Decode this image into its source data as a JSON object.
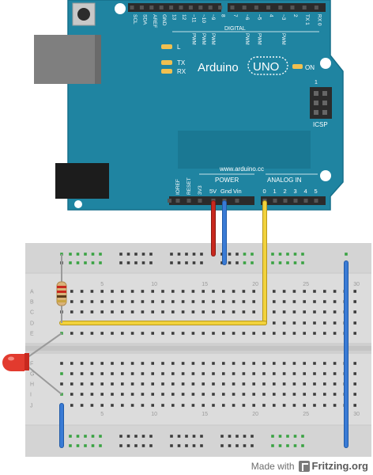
{
  "arduino": {
    "brand": "Arduino",
    "model": "UNO",
    "url": "www.arduino.cc",
    "on_label": "ON",
    "icsp_label": "ICSP",
    "icsp_pin1": "1",
    "digital_title": "DIGITAL",
    "top_pins": [
      "SCL",
      "SDA",
      "AREF",
      "GND",
      "13",
      "12",
      "~11",
      "~10",
      "~9",
      "8",
      "7",
      "~6",
      "~5",
      "4",
      "~3",
      "2",
      "TX 1",
      "RX 0"
    ],
    "pwm_label": "PWM",
    "led_l": "L",
    "led_tx": "TX",
    "led_rx": "RX",
    "power_title": "POWER",
    "analog_title": "ANALOG IN",
    "power_pins": [
      "IOREF",
      "RESET",
      "3V3",
      "5V",
      "Gnd",
      "Vin"
    ],
    "analog_pins": [
      "0",
      "1",
      "2",
      "3",
      "4",
      "5"
    ]
  },
  "breadboard": {
    "row_letters_top": [
      "A",
      "B",
      "C",
      "D",
      "E"
    ],
    "row_letters_bottom": [
      "F",
      "G",
      "H",
      "I",
      "J"
    ],
    "column_numbers": [
      "5",
      "10",
      "15",
      "20",
      "25",
      "30"
    ]
  },
  "wires": [
    {
      "name": "5v-wire",
      "color": "#c8281e",
      "from": "5V",
      "to": "top power rail +"
    },
    {
      "name": "gnd-wire",
      "color": "#3a7bd5",
      "from": "Gnd",
      "to": "top power rail -"
    },
    {
      "name": "analog-wire",
      "color": "#f2d23c",
      "from": "A0",
      "to": "row D"
    },
    {
      "name": "rail-link-wire",
      "color": "#3a7bd5",
      "from": "top rail",
      "to": "bottom rail"
    },
    {
      "name": "led-ground-wire",
      "color": "#3a7bd5",
      "from": "row J",
      "to": "bottom rail"
    }
  ],
  "colors": {
    "board": "#1f84a1",
    "board_dark": "#136a85",
    "breadboard": "#dcdcdc",
    "green_mark": "#3aa343"
  },
  "credit": {
    "made_with": "Made with",
    "brand": "Fritzing.org"
  }
}
